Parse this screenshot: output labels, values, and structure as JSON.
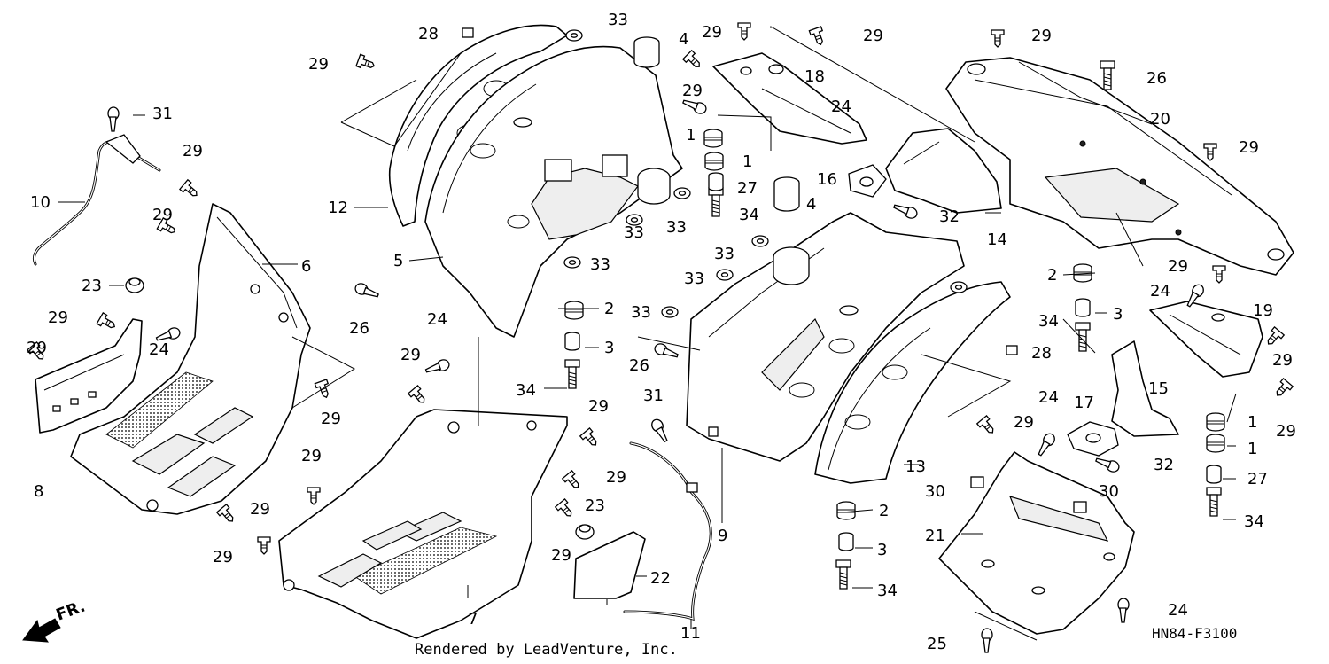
{
  "diagram": {
    "footer_text": "Rendered by LeadVenture, Inc.",
    "diagram_code": "HN84-F3100",
    "direction_label": "FR.",
    "callouts": [
      {
        "id": "c28a",
        "label": "28"
      },
      {
        "id": "c33a",
        "label": "33"
      },
      {
        "id": "c4a",
        "label": "4"
      },
      {
        "id": "c29a",
        "label": "29"
      },
      {
        "id": "c29b",
        "label": "29"
      },
      {
        "id": "c29c",
        "label": "29"
      },
      {
        "id": "c29d",
        "label": "29"
      },
      {
        "id": "c18",
        "label": "18"
      },
      {
        "id": "c24a",
        "label": "24"
      },
      {
        "id": "c29e",
        "label": "29"
      },
      {
        "id": "c26a",
        "label": "26"
      },
      {
        "id": "c20",
        "label": "20"
      },
      {
        "id": "c29f",
        "label": "29"
      },
      {
        "id": "c31a",
        "label": "31"
      },
      {
        "id": "c10",
        "label": "10"
      },
      {
        "id": "c29g",
        "label": "29"
      },
      {
        "id": "c12",
        "label": "12"
      },
      {
        "id": "c1a",
        "label": "1"
      },
      {
        "id": "c1b",
        "label": "1"
      },
      {
        "id": "c27a",
        "label": "27"
      },
      {
        "id": "c16",
        "label": "16"
      },
      {
        "id": "c4b",
        "label": "4"
      },
      {
        "id": "c29h",
        "label": "29"
      },
      {
        "id": "c6",
        "label": "6"
      },
      {
        "id": "c34a",
        "label": "34"
      },
      {
        "id": "c32a",
        "label": "32"
      },
      {
        "id": "c14",
        "label": "14"
      },
      {
        "id": "c5",
        "label": "5"
      },
      {
        "id": "c33b",
        "label": "33"
      },
      {
        "id": "c33c",
        "label": "33"
      },
      {
        "id": "c33d",
        "label": "33"
      },
      {
        "id": "c23a",
        "label": "23"
      },
      {
        "id": "c33e",
        "label": "33"
      },
      {
        "id": "c33f",
        "label": "33"
      },
      {
        "id": "c29i",
        "label": "29"
      },
      {
        "id": "c24b",
        "label": "24"
      },
      {
        "id": "c26b",
        "label": "26"
      },
      {
        "id": "c2a",
        "label": "2"
      },
      {
        "id": "c33g",
        "label": "33"
      },
      {
        "id": "c2b",
        "label": "2"
      },
      {
        "id": "c3a",
        "label": "3"
      },
      {
        "id": "c19",
        "label": "19"
      },
      {
        "id": "c29j",
        "label": "29"
      },
      {
        "id": "c24c",
        "label": "24"
      },
      {
        "id": "c24d",
        "label": "24"
      },
      {
        "id": "c3b",
        "label": "3"
      },
      {
        "id": "c34b",
        "label": "34"
      },
      {
        "id": "c29k",
        "label": "29"
      },
      {
        "id": "c26c",
        "label": "26"
      },
      {
        "id": "c28b",
        "label": "28"
      },
      {
        "id": "c29l",
        "label": "29"
      },
      {
        "id": "c24e",
        "label": "24"
      },
      {
        "id": "c29m",
        "label": "29"
      },
      {
        "id": "c34c",
        "label": "34"
      },
      {
        "id": "c15",
        "label": "15"
      },
      {
        "id": "c29n",
        "label": "29"
      },
      {
        "id": "c17",
        "label": "17"
      },
      {
        "id": "c1c",
        "label": "1"
      },
      {
        "id": "c29o",
        "label": "29"
      },
      {
        "id": "c31b",
        "label": "31"
      },
      {
        "id": "c29p",
        "label": "29"
      },
      {
        "id": "c24f",
        "label": "24"
      },
      {
        "id": "c1d",
        "label": "1"
      },
      {
        "id": "c29q",
        "label": "29"
      },
      {
        "id": "c8",
        "label": "8"
      },
      {
        "id": "c29r",
        "label": "29"
      },
      {
        "id": "c29s",
        "label": "29"
      },
      {
        "id": "c9",
        "label": "9"
      },
      {
        "id": "c13",
        "label": "13"
      },
      {
        "id": "c32b",
        "label": "32"
      },
      {
        "id": "c27b",
        "label": "27"
      },
      {
        "id": "c29t",
        "label": "29"
      },
      {
        "id": "c23b",
        "label": "23"
      },
      {
        "id": "c30a",
        "label": "30"
      },
      {
        "id": "c30b",
        "label": "30"
      },
      {
        "id": "c29u",
        "label": "29"
      },
      {
        "id": "c2c",
        "label": "2"
      },
      {
        "id": "c34d",
        "label": "34"
      },
      {
        "id": "c29v",
        "label": "29"
      },
      {
        "id": "c21",
        "label": "21"
      },
      {
        "id": "c3c",
        "label": "3"
      },
      {
        "id": "c22",
        "label": "22"
      },
      {
        "id": "c34e",
        "label": "34"
      },
      {
        "id": "c7",
        "label": "7"
      },
      {
        "id": "c11",
        "label": "11"
      },
      {
        "id": "c24g",
        "label": "24"
      },
      {
        "id": "c25",
        "label": "25"
      }
    ]
  }
}
